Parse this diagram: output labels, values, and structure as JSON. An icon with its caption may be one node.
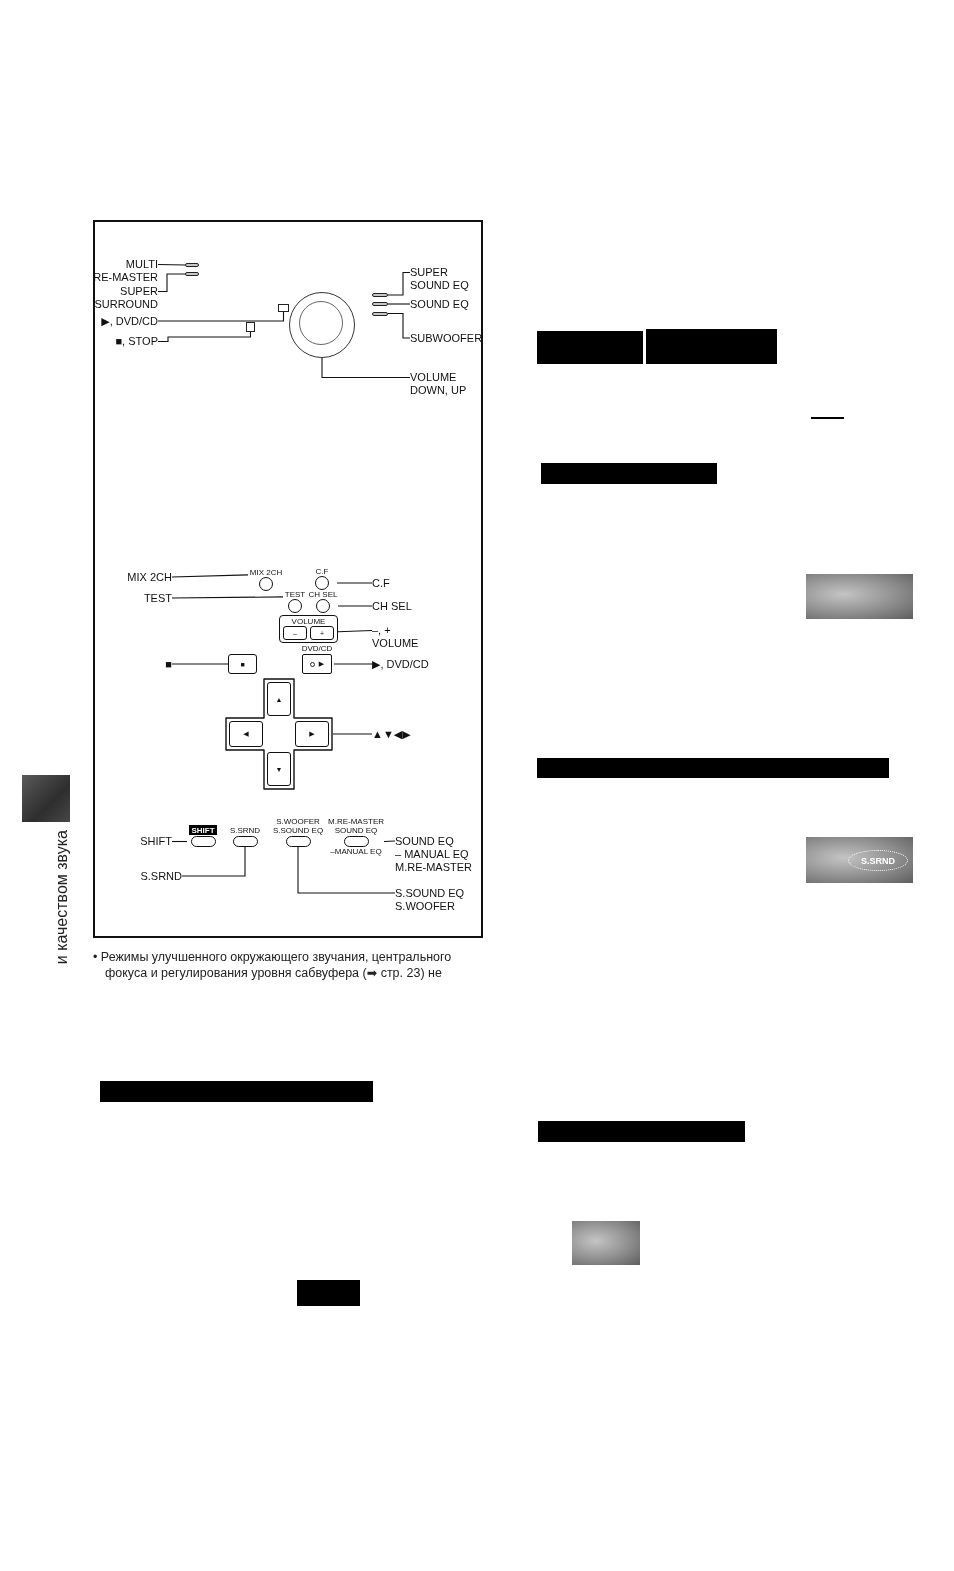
{
  "diagram": {
    "nodes": [
      {
        "text": [
          "MULTI RE-MASTER"
        ]
      },
      {
        "text": [],
        "shape": "bar"
      },
      {
        "text": [
          "SUPER SURROUND"
        ]
      },
      {
        "text": [],
        "shape": "bar"
      },
      {
        "text": [
          "▶, DVD/CD"
        ]
      },
      {
        "text": [],
        "shape": "box"
      },
      {
        "text": [
          "■, STOP"
        ]
      },
      {
        "text": [],
        "shape": "box"
      },
      {
        "text": [
          "SUPER SOUND EQ"
        ]
      },
      {
        "text": [],
        "shape": "bar"
      },
      {
        "text": [
          "SOUND EQ"
        ]
      },
      {
        "text": [],
        "shape": "bar"
      },
      {
        "text": [
          "SUBWOOFER"
        ]
      },
      {
        "text": [],
        "shape": "bar"
      },
      {
        "text": [],
        "shape": "circle"
      },
      {
        "text": [
          "VOLUME DOWN, UP"
        ]
      },
      {
        "text": [
          "MIX 2CH"
        ]
      },
      {
        "text": [
          "MIX 2CH"
        ]
      },
      {
        "text": [
          "C.F"
        ]
      },
      {
        "text": [
          "C.F"
        ]
      },
      {
        "text": [
          "TEST"
        ]
      },
      {
        "text": [
          "TEST"
        ]
      },
      {
        "text": [
          "CH SEL"
        ]
      },
      {
        "text": [
          "CH SEL"
        ]
      },
      {
        "text": [
          "VOLUME"
        ]
      },
      {
        "text": [
          "–"
        ],
        "in": 24
      },
      {
        "text": [
          "+"
        ],
        "in": 24
      },
      {
        "text": [
          "–, + VOLUME"
        ]
      },
      {
        "text": [
          "■"
        ]
      },
      {
        "text": [
          "■"
        ]
      },
      {
        "text": [
          "DVD/CD",
          "▶"
        ]
      },
      {
        "text": [
          "▶, DVD/CD"
        ]
      },
      {
        "text": [],
        "shape": "cross"
      },
      {
        "text": [
          "▲"
        ],
        "in": 32
      },
      {
        "text": [
          "◀"
        ],
        "in": 32
      },
      {
        "text": [
          "▶"
        ],
        "in": 32
      },
      {
        "text": [
          "▼"
        ],
        "in": 32
      },
      {
        "text": [
          "▲▼◀▶"
        ]
      },
      {
        "text": [
          "SHIFT"
        ]
      },
      {
        "text": [
          "SHIFT"
        ]
      },
      {
        "text": [
          "S.SRND"
        ]
      },
      {
        "text": [
          "S.WOOFER",
          "S.SOUND EQ"
        ]
      },
      {
        "text": [
          "M.RE-MASTER",
          "SOUND EQ",
          "–MANUAL EQ"
        ]
      },
      {
        "text": [
          "SOUND EQ",
          "– MANUAL EQ",
          "M.RE-MASTER"
        ]
      },
      {
        "text": [
          "S.SRND"
        ]
      },
      {
        "text": [
          "S.SOUND EQ",
          "S.WOOFER"
        ]
      },
      {
        "text": [],
        "shape": "picture"
      },
      {
        "text": [
          "S.SRND"
        ]
      },
      {
        "text": [],
        "shape": "picture"
      }
    ],
    "edges": [
      {
        "from": 0,
        "to": 1,
        "arrow": "none"
      },
      {
        "from": 2,
        "to": 3,
        "arrow": "none"
      },
      {
        "from": 4,
        "to": 5,
        "arrow": "none"
      },
      {
        "from": 6,
        "to": 7,
        "arrow": "none"
      },
      {
        "from": 8,
        "to": 9,
        "arrow": "none"
      },
      {
        "from": 10,
        "to": 11,
        "arrow": "none"
      },
      {
        "from": 12,
        "to": 13,
        "arrow": "none"
      },
      {
        "from": 15,
        "to": 14,
        "arrow": "none"
      },
      {
        "from": 16,
        "to": 17,
        "arrow": "none"
      },
      {
        "from": 19,
        "to": 18,
        "arrow": "none"
      },
      {
        "from": 20,
        "to": 21,
        "arrow": "none"
      },
      {
        "from": 23,
        "to": 22,
        "arrow": "none"
      },
      {
        "from": 27,
        "to": 24,
        "arrow": "none"
      },
      {
        "from": 28,
        "to": 29,
        "arrow": "none"
      },
      {
        "from": 31,
        "to": 30,
        "arrow": "none"
      },
      {
        "from": 37,
        "to": 32,
        "arrow": "none"
      },
      {
        "from": 38,
        "to": 39,
        "arrow": "none"
      },
      {
        "from": 44,
        "to": 40,
        "arrow": "none"
      },
      {
        "from": 45,
        "to": 41,
        "arrow": "none"
      },
      {
        "from": 43,
        "to": 42,
        "arrow": "none"
      }
    ],
    "labels": [
      "и качеством звука",
      "• Режимы улучшенного окружающего звучания, центрального фокуса и регулирования уровня сабвуфера (➡ стр. 23) не"
    ]
  }
}
